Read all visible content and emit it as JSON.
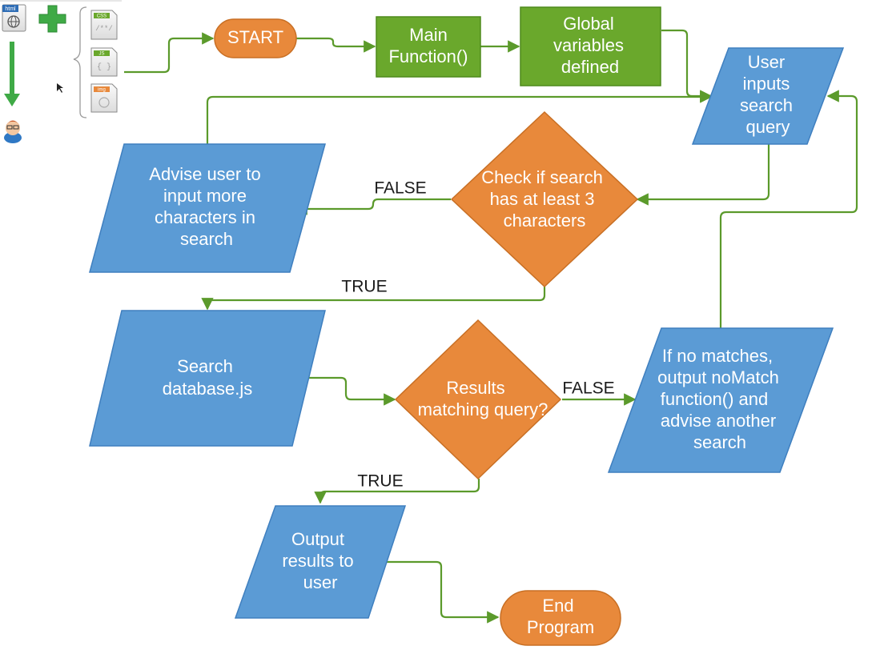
{
  "colors": {
    "terminator": "#e8893b",
    "process": "#6aa82c",
    "io": "#5b9bd5",
    "decision": "#e8893b",
    "connector": "#5b9a2b",
    "text_on_shape": "#ffffff",
    "edge_label": "#1a1a1a"
  },
  "toolbar": {
    "icons": [
      "html-file-icon",
      "add-plus-icon",
      "down-arrow-icon",
      "user-avatar-icon",
      "css-file-icon",
      "js-file-icon",
      "image-file-icon"
    ],
    "tile_labels": {
      "html": "html",
      "css": "CSS",
      "js": "JS",
      "img": "img"
    }
  },
  "nodes": {
    "start": [
      "START"
    ],
    "main_function": [
      "Main",
      "Function()"
    ],
    "global_vars": [
      "Global",
      "variables",
      "defined"
    ],
    "user_input": [
      "User",
      "inputs",
      "search",
      "query"
    ],
    "check_search": [
      "Check if search",
      "has at least 3",
      "characters"
    ],
    "advise_user": [
      "Advise user to",
      "input more",
      "characters in",
      "search"
    ],
    "search_db": [
      "Search",
      "database.js"
    ],
    "results_match": [
      "Results",
      "matching query?"
    ],
    "no_match": [
      "If no matches,",
      "output noMatch",
      "function() and",
      "advise another",
      "search"
    ],
    "output_results": [
      "Output",
      "results to",
      "user"
    ],
    "end": [
      "End",
      "Program"
    ]
  },
  "edge_labels": {
    "check_false": "FALSE",
    "check_true": "TRUE",
    "results_false": "FALSE",
    "results_true": "TRUE"
  }
}
